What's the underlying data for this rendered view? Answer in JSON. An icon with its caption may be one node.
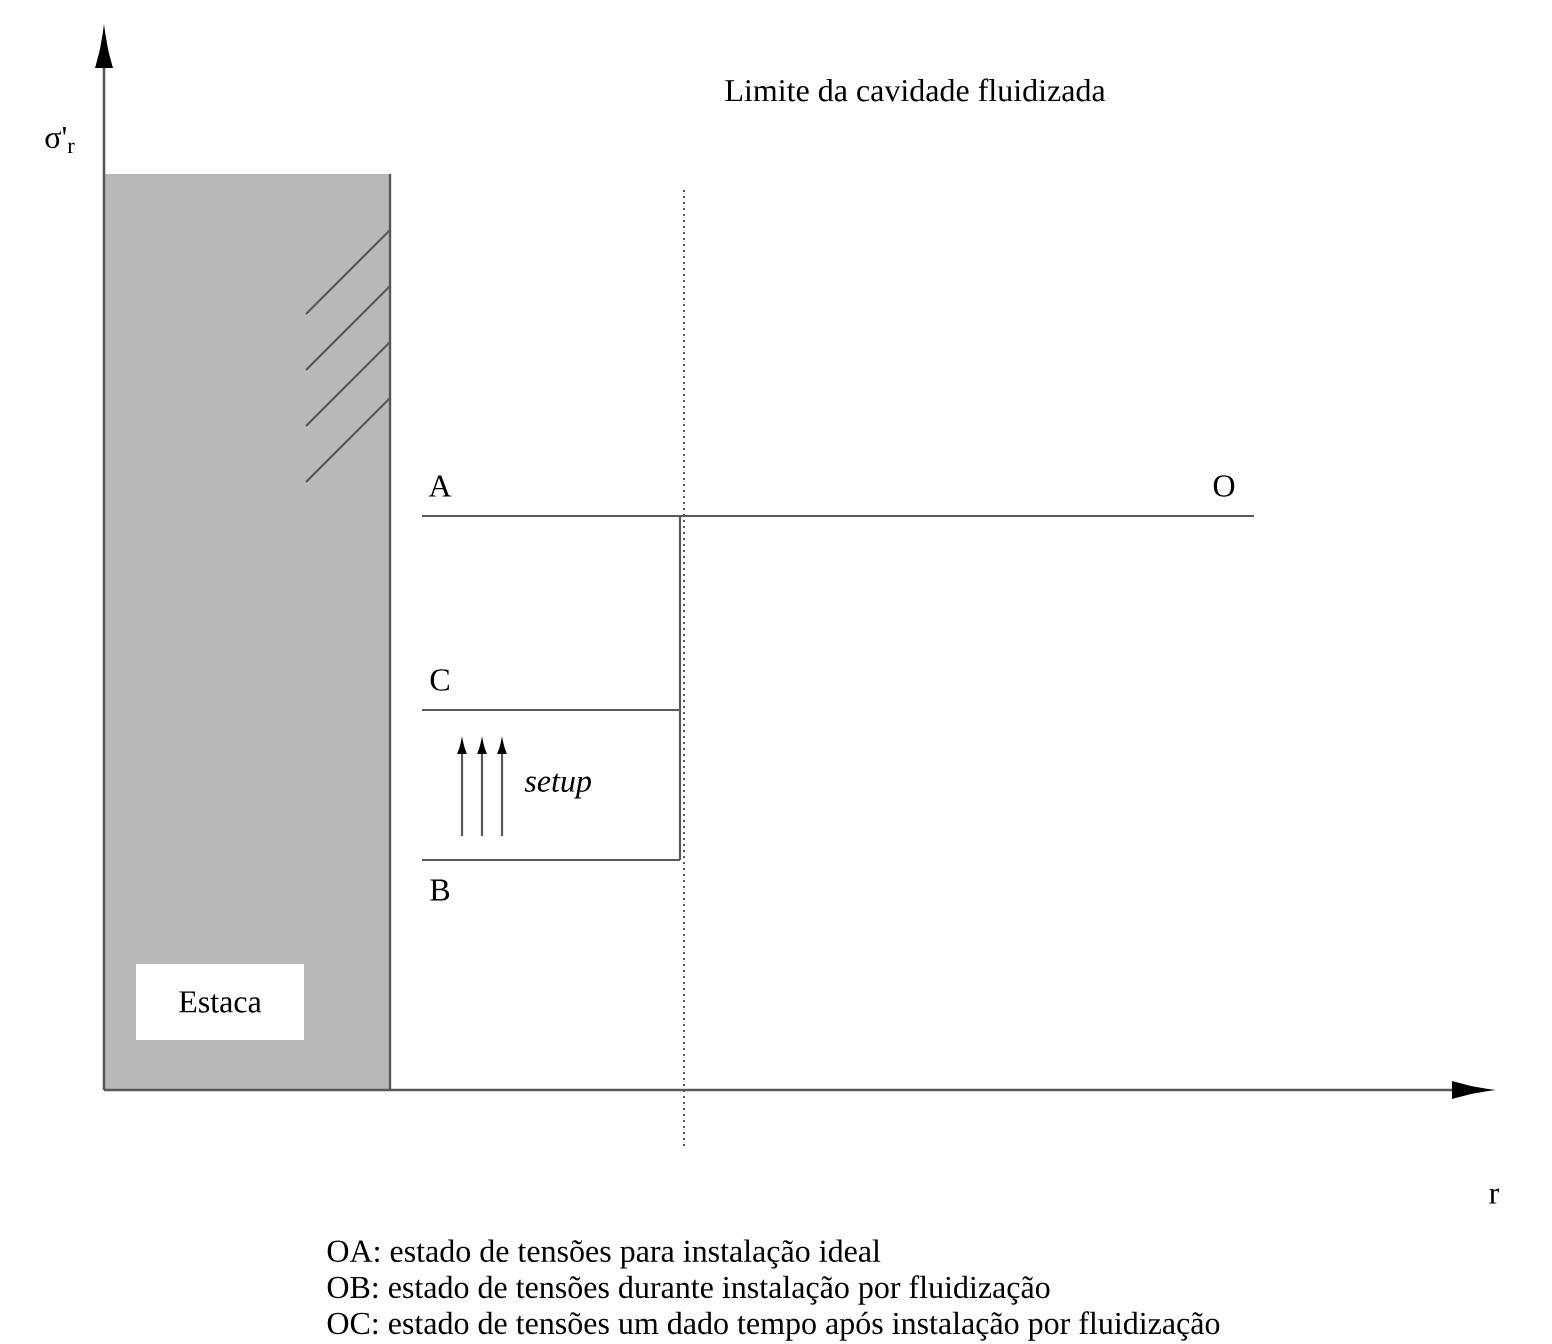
{
  "diagram": {
    "nodes": [
      {
        "text": [
          "Estaca"
        ]
      }
    ],
    "labels": [
      "σ'$_{r}$",
      "Limite da cavidade fluidizada",
      "A",
      "O",
      "C",
      "setup",
      "B",
      "r",
      "OA: estado de tensões para instalação ideal",
      "OB: estado de tensões durante instalação por fluidização",
      "OC: estado de tensões um dado tempo após instalação por fluidização"
    ]
  }
}
